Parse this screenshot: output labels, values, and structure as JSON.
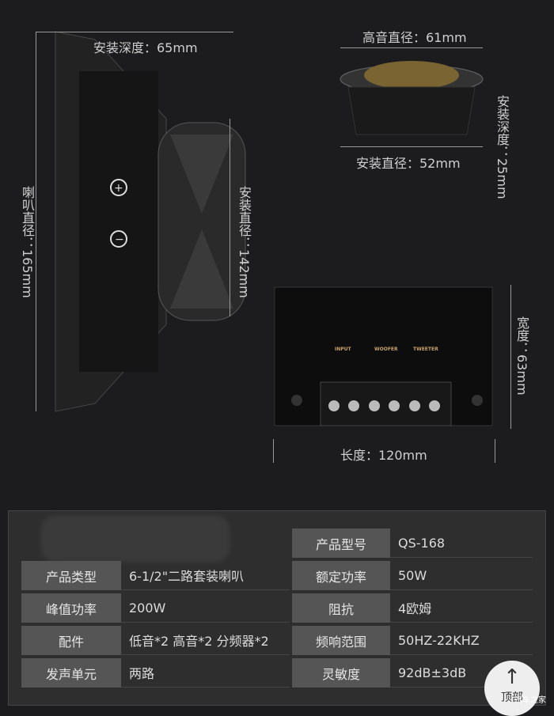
{
  "dimensions": {
    "woofer_depth": "安装深度：65mm",
    "woofer_diameter": "喇叭直径：165mm",
    "woofer_mount_diameter": "安装直径：142mm",
    "tweeter_diameter": "高音直径：61mm",
    "tweeter_mount_diameter": "安装直径：52mm",
    "tweeter_depth": "安装深度：25mm",
    "crossover_width": "宽度：63mm",
    "crossover_length": "长度：120mm"
  },
  "crossover_labels": {
    "input": "INPUT",
    "woofer": "WOOFER",
    "tweeter": "TWEETER"
  },
  "specs": [
    {
      "label": "产品类型",
      "value": "6-1/2\"二路套装喇叭"
    },
    {
      "label": "峰值功率",
      "value": "200W"
    },
    {
      "label": "配件",
      "value": "低音*2 高音*2 分频器*2"
    },
    {
      "label": "发声单元",
      "value": "两路"
    }
  ],
  "specs_right": [
    {
      "label": "产品型号",
      "value": "QS-168"
    },
    {
      "label": "额定功率",
      "value": "50W"
    },
    {
      "label": "阻抗",
      "value": "4欧姆"
    },
    {
      "label": "频响范围",
      "value": "50HZ-22KHZ"
    },
    {
      "label": "灵敏度",
      "value": "92dB±3dB"
    }
  ],
  "back_to_top": "顶部",
  "watermark": "汽车之家"
}
